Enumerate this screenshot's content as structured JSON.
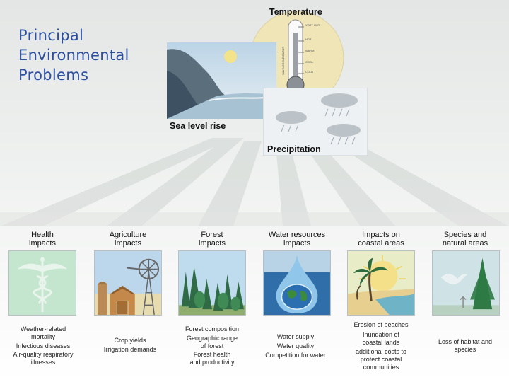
{
  "slide": {
    "title_lines": [
      "Principal",
      "Environmental",
      "Problems"
    ]
  },
  "top": {
    "temperature_label": "Temperature",
    "thermometer_label": "SAVINGS INDICATOR",
    "thermometer_scale": [
      "VERY HOT",
      "HOT",
      "WARM",
      "COOL",
      "COLD"
    ],
    "sea_level_label": "Sea level rise",
    "precipitation_label": "Precipitation"
  },
  "impacts": [
    {
      "title": [
        "Health",
        "impacts"
      ],
      "icon": "caduceus-icon",
      "desc": [
        [
          "Weather-related",
          "mortality"
        ],
        [
          "Infectious diseases"
        ],
        [
          "Air-quality respiratory",
          "illnesses"
        ]
      ]
    },
    {
      "title": [
        "Agriculture",
        "impacts"
      ],
      "icon": "windmill-barn-icon",
      "desc": [
        [
          "Crop yields"
        ],
        [
          "Irrigation demands"
        ]
      ]
    },
    {
      "title": [
        "Forest",
        "impacts"
      ],
      "icon": "forest-icon",
      "desc": [
        [
          "Forest composition"
        ],
        [
          "Geographic range",
          "of forest"
        ],
        [
          "Forest health",
          "and productivity"
        ]
      ]
    },
    {
      "title": [
        "Water resources",
        "impacts"
      ],
      "icon": "water-drop-globe-icon",
      "desc": [
        [
          "Water supply"
        ],
        [
          "Water quality"
        ],
        [
          "Competition for water"
        ]
      ]
    },
    {
      "title": [
        "Impacts on",
        "coastal areas"
      ],
      "icon": "coastal-palm-icon",
      "desc": [
        [
          "Erosion of beaches"
        ],
        [
          "Inundation of",
          "coastal lands"
        ],
        [
          "additional costs to",
          "protect coastal",
          "communities"
        ]
      ]
    },
    {
      "title": [
        "Species and",
        "natural areas"
      ],
      "icon": "bird-tree-icon",
      "desc": [
        [
          "Loss of habitat and",
          "species"
        ]
      ]
    }
  ],
  "colors": {
    "title": "#2d4fa0",
    "ray": "#c9cecb",
    "sun_disc": "#f0e6b8"
  }
}
